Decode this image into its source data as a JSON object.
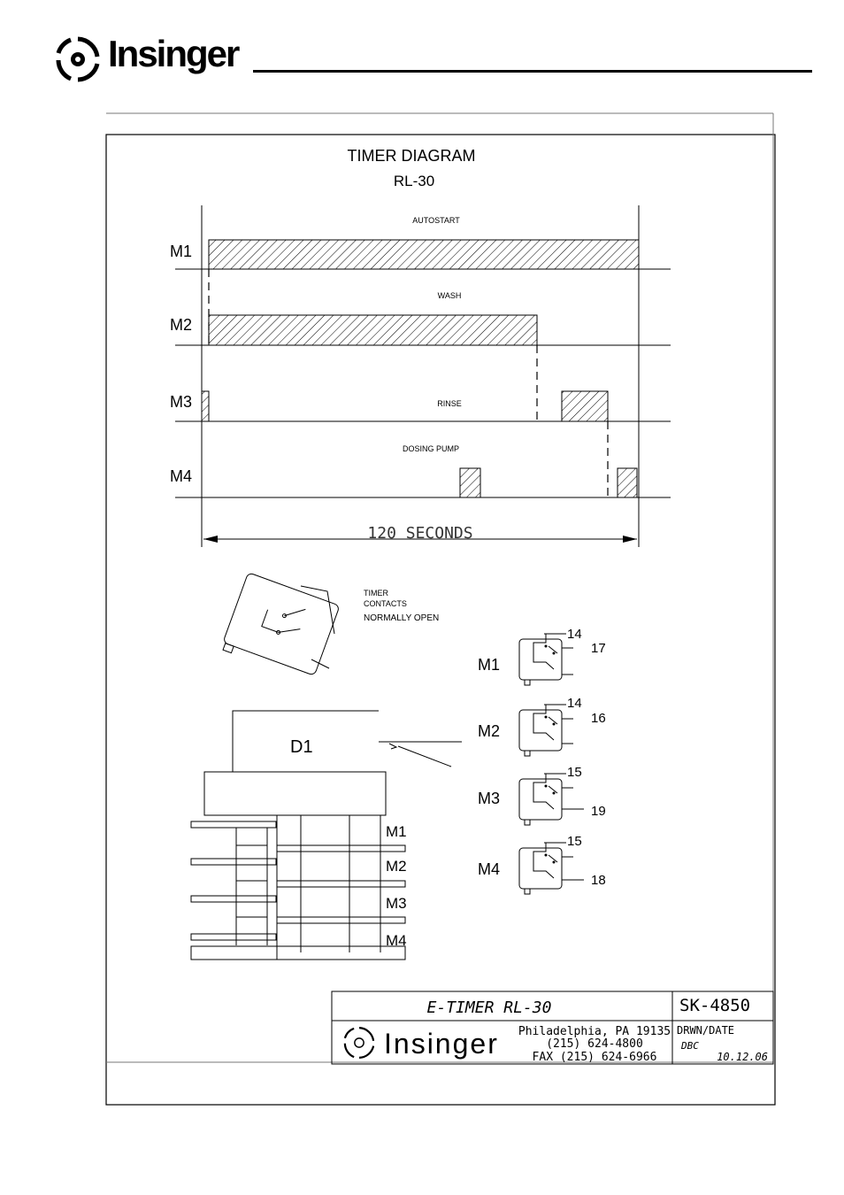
{
  "header": {
    "brand": "Insinger"
  },
  "diagram": {
    "title": "TIMER DIAGRAM",
    "subtitle": "RL-30",
    "rows": [
      {
        "label": "M1",
        "caption": "AUTOSTART"
      },
      {
        "label": "M2",
        "caption": "WASH"
      },
      {
        "label": "M3",
        "caption": "RINSE"
      },
      {
        "label": "M4",
        "caption": "DOSING PUMP"
      }
    ],
    "duration_label": "120 SECONDS",
    "timer_note": [
      "TIMER",
      "CONTACTS",
      "NORMALLY OPEN"
    ],
    "contacts": [
      {
        "label": "M1",
        "top": "14",
        "side": "17"
      },
      {
        "label": "M2",
        "top": "14",
        "side": "16"
      },
      {
        "label": "M3",
        "top": "15",
        "side": "19"
      },
      {
        "label": "M4",
        "top": "15",
        "side": "18"
      }
    ],
    "module_label": "D1",
    "stack_labels": [
      "M1",
      "M2",
      "M3",
      "M4"
    ]
  },
  "title_block": {
    "drawing_title": "E-TIMER RL-30",
    "sheet_number": "SK-4850",
    "company": "Insinger",
    "address": "Philadelphia, PA 19135",
    "phone": "(215) 624-4800",
    "fax": "FAX (215) 624-6966",
    "drawn_label": "DRWN/DATE",
    "drawn_by": "DBC",
    "date": "10.12.06"
  }
}
